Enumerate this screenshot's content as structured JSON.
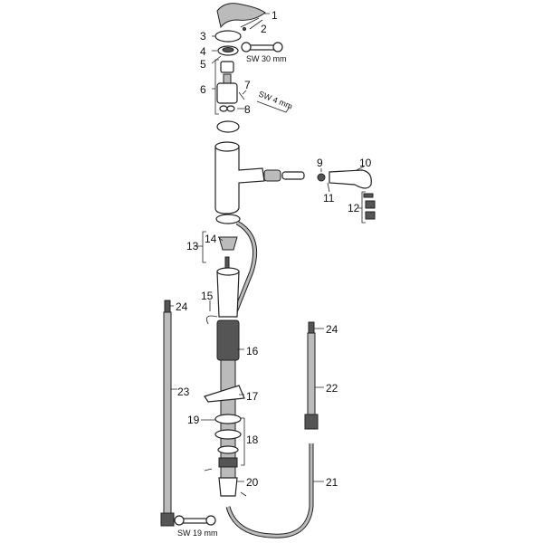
{
  "diagram": {
    "parts": {
      "p1": "1",
      "p2": "2",
      "p3": "3",
      "p4": "4",
      "p5": "5",
      "p6": "6",
      "p7": "7",
      "p8": "8",
      "p9": "9",
      "p10": "10",
      "p11": "11",
      "p12": "12",
      "p13": "13",
      "p14": "14",
      "p15": "15",
      "p16": "16",
      "p17": "17",
      "p18": "18",
      "p19": "19",
      "p20": "20",
      "p21": "21",
      "p22": "22",
      "p23": "23",
      "p24_left": "24",
      "p24_right": "24"
    },
    "tools": {
      "wrench_30": "SW 30 mm",
      "hex_key_4": "SW 4 mm",
      "wrench_19": "SW 19 mm"
    }
  }
}
